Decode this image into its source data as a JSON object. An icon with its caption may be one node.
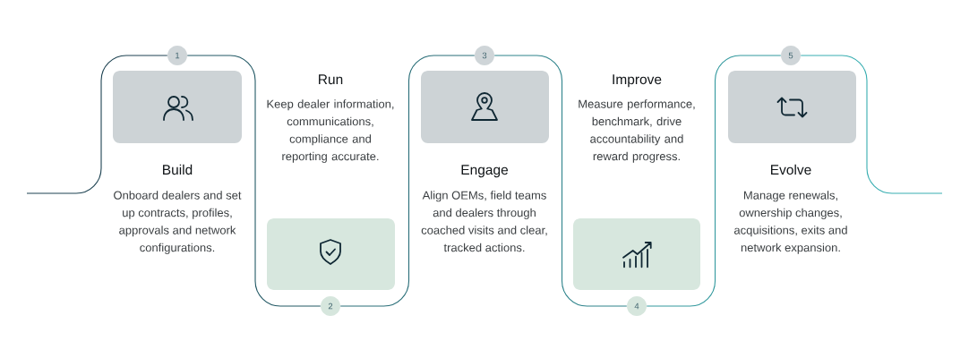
{
  "diagram": {
    "nodes": [
      {
        "text": [
          "1"
        ]
      },
      {
        "text": [
          "2"
        ]
      },
      {
        "text": [
          "3"
        ]
      },
      {
        "text": [
          "4"
        ]
      },
      {
        "text": [
          "5"
        ]
      }
    ],
    "edges": [
      {
        "from": null,
        "to": 0,
        "arrow": "none",
        "color": "#1e4352"
      },
      {
        "from": 0,
        "to": 1,
        "arrow": "none",
        "color": "#235965"
      },
      {
        "from": 1,
        "to": 2,
        "arrow": "none",
        "color": "#296e78"
      },
      {
        "from": 2,
        "to": 3,
        "arrow": "none",
        "color": "#2e838b"
      },
      {
        "from": 3,
        "to": 4,
        "arrow": "none",
        "color": "#33999e"
      },
      {
        "from": 4,
        "to": null,
        "arrow": "none",
        "color": "#38aeb1"
      }
    ],
    "labels": [
      "Build",
      "Onboard dealers and set up contracts, profiles, approvals and network configurations.",
      "Run",
      "Keep dealer information, communications, compliance and reporting accurate.",
      "Engage",
      "Align OEMs, field teams and dealers through coached visits and clear, tracked actions.",
      "Improve",
      "Measure performance, benchmark, drive accountability and reward progress.",
      "Evolve",
      "Manage renewals, ownership changes, acquisitions, exits and network expansion."
    ]
  }
}
